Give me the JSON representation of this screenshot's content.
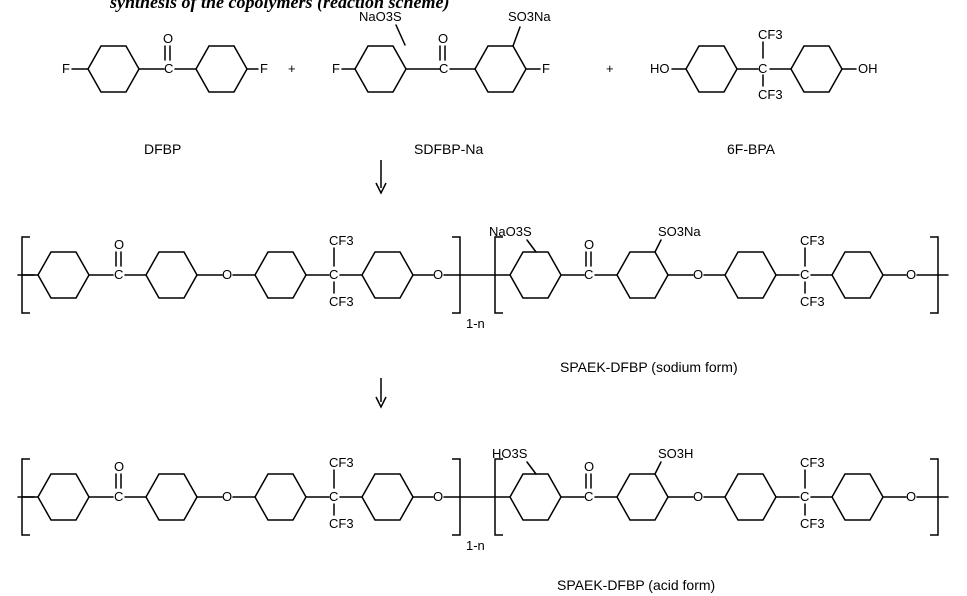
{
  "header_fragment": "synthesis of the copolymers (reaction scheme)",
  "atoms": {
    "F": "F",
    "O": "O",
    "C": "C",
    "HO": "HO",
    "OH": "OH",
    "CF3": "CF3",
    "NaO3S": "NaO3S",
    "SO3Na": "SO3Na",
    "HO3S": "HO3S",
    "SO3H": "SO3H"
  },
  "monomers": {
    "dfbp": "DFBP",
    "sdfbp_na": "SDFBP-Na",
    "bpa6f": "6F-BPA",
    "plus": "+"
  },
  "polymers": {
    "repeat_subscript": "1-n",
    "sodium_form": "SPAEK-DFBP (sodium form)",
    "acid_form": "SPAEK-DFBP (acid form)"
  }
}
